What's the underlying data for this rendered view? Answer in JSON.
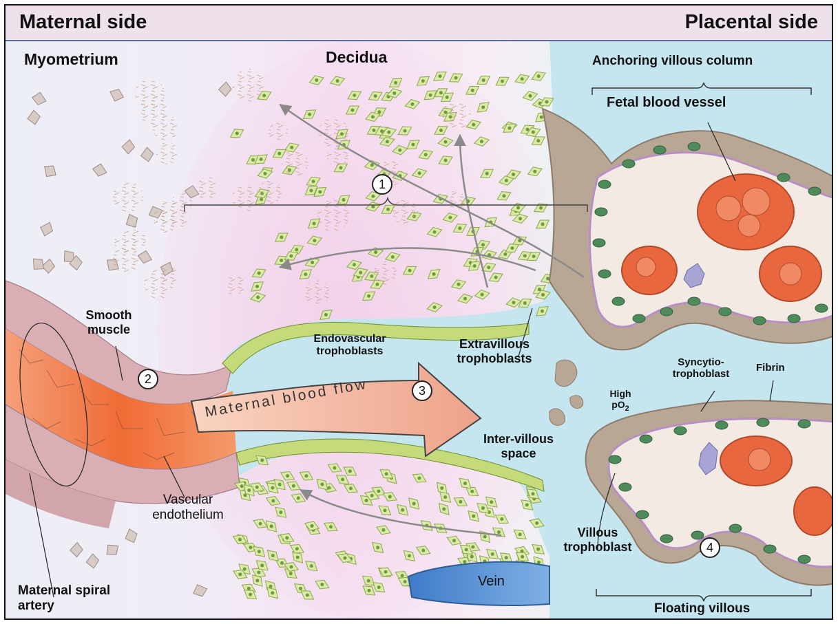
{
  "header": {
    "left_title": "Maternal side",
    "right_title": "Placental side"
  },
  "regions": {
    "myometrium": "Myometrium",
    "decidua": "Decidua",
    "anchoring_column": "Anchoring villous column",
    "floating_villous": "Floating villous",
    "intervillous_space": "Inter-villous space"
  },
  "labels": {
    "fetal_blood_vessel": "Fetal blood vessel",
    "smooth_muscle": "Smooth muscle",
    "endovascular_trophoblasts": "Endovascular trophoblasts",
    "extravillous_trophoblasts": "Extravillous trophoblasts",
    "vascular_endothelium": "Vascular endothelium",
    "maternal_spiral_artery": "Maternal spiral artery",
    "maternal_blood_flow": "Maternal blood flow",
    "syncytiotrophoblast": "Syncytio-trophoblast",
    "fibrin": "Fibrin",
    "high_po2_main": "High",
    "high_po2_unit": "pO",
    "high_po2_sub": "2",
    "villous_trophoblast": "Villous trophoblast",
    "vein": "Vein"
  },
  "markers": [
    "1",
    "2",
    "3",
    "4"
  ],
  "colors": {
    "header_bg": "#efe1ec",
    "intervillous_blue": "#c6e6ef",
    "decidua_pink": "#f3dcee",
    "artery_orange": "#f07a48",
    "trophoblast_green": "#d6e9a8",
    "villous_tissue": "#b9a796",
    "fetal_vessel_red": "#e8673e",
    "vein_blue": "#5a8fd0"
  },
  "icons": [
    "curved-arrow-icon",
    "flow-arrow-icon",
    "brace-icon"
  ]
}
